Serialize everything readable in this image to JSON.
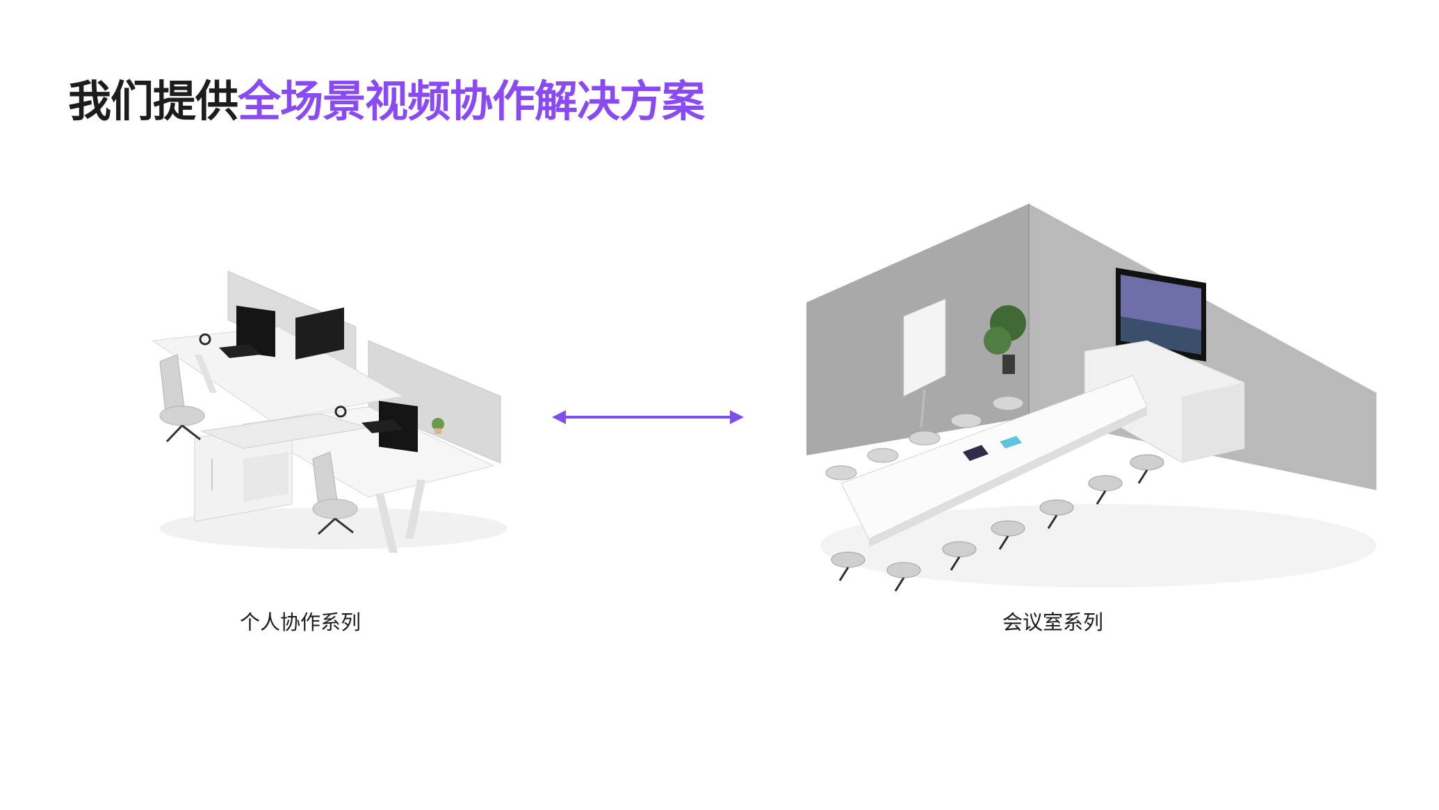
{
  "title": {
    "prefix": "我们提供",
    "highlight": "全场景视频协作解决方案"
  },
  "colors": {
    "accent": "#8a4af3",
    "title_text": "#1c1c1c",
    "arrow": "#7b4ff0"
  },
  "sections": {
    "personal": {
      "caption": "个人协作系列",
      "illustration": "personal-workstation-illustration"
    },
    "meeting": {
      "caption": "会议室系列",
      "illustration": "meeting-room-illustration"
    }
  },
  "connector": {
    "icon": "double-headed-arrow-icon"
  }
}
